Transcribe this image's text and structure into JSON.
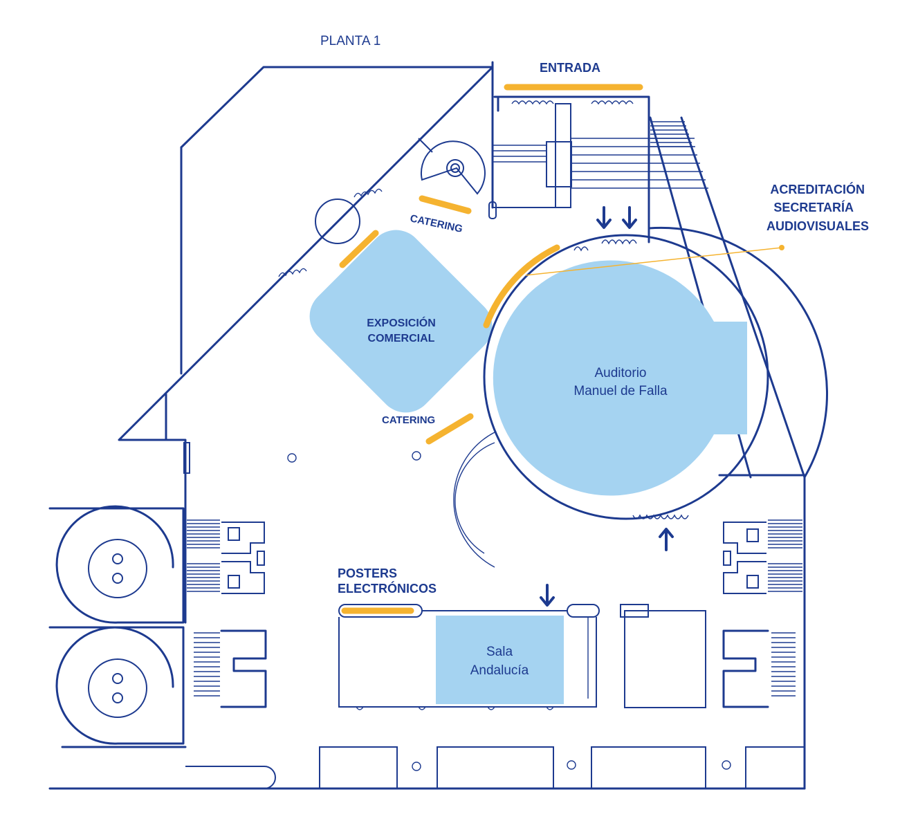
{
  "floor_label": "PLANTA 1",
  "labels": {
    "entrance": "ENTRADA",
    "accreditation": [
      "ACREDITACIÓN",
      "SECRETARÍA",
      "AUDIOVISUALES"
    ],
    "catering": "CATERING",
    "exhibition": [
      "EXPOSICIÓN",
      "COMERCIAL"
    ],
    "auditorium": [
      "Auditorio",
      "Manuel de Falla"
    ],
    "posters": [
      "POSTERS",
      "ELECTRÓNICOS"
    ],
    "sala": [
      "Sala",
      "Andalucía"
    ]
  },
  "colors": {
    "wall": "#1d3a8f",
    "room_fill": "#a5d3f1",
    "highlight_bar": "#f5b330"
  },
  "icons": [
    "elevator-icon",
    "entry-arrow-icon",
    "stairs-icon",
    "column-icon"
  ]
}
